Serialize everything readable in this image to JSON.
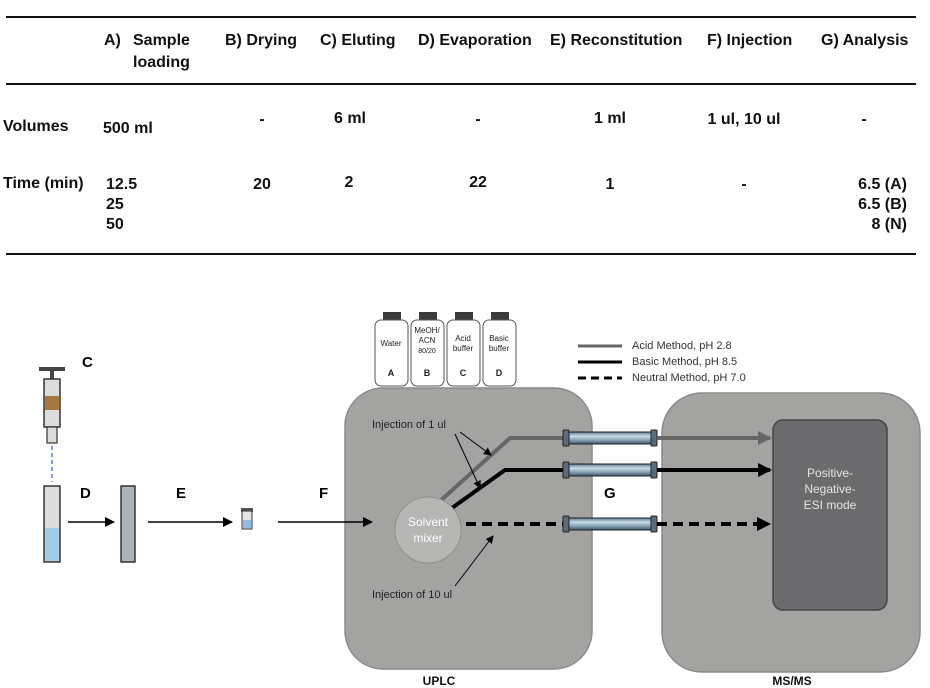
{
  "table": {
    "headers": [
      {
        "letter": "A)",
        "label": "Sample loading"
      },
      {
        "label": "B) Drying"
      },
      {
        "label": "C) Eluting"
      },
      {
        "label": "D) Evaporation"
      },
      {
        "label": "E) Reconstitution"
      },
      {
        "label": "F) Injection"
      },
      {
        "label": "G) Analysis"
      }
    ],
    "rows": [
      {
        "label": "Volumes",
        "cells": [
          "500 ml",
          "-",
          "6 ml",
          "-",
          "1 ml",
          "1 ul, 10 ul",
          "-"
        ]
      },
      {
        "label": "Time (min)",
        "cells": [
          [
            "12.5",
            "25",
            "50"
          ],
          "20",
          "2",
          "22",
          "1",
          "-",
          [
            "6.5 (A)",
            "6.5 (B)",
            "8 (N)"
          ]
        ]
      }
    ]
  },
  "diagram": {
    "step_labels": {
      "c": "C",
      "d": "D",
      "e": "E",
      "f": "F",
      "g": "G"
    },
    "bottles": [
      {
        "name": [
          "Water"
        ],
        "letter": "A"
      },
      {
        "name": [
          "MeOH/",
          "ACN",
          "80/20"
        ],
        "letter": "B"
      },
      {
        "name": [
          "Acid",
          "buffer"
        ],
        "letter": "C"
      },
      {
        "name": [
          "Basic",
          "buffer"
        ],
        "letter": "D"
      }
    ],
    "legend": [
      {
        "label": "Acid Method, pH 2.8",
        "color": "#666666",
        "style": "solid"
      },
      {
        "label": "Basic Method, pH 8.5",
        "color": "#000000",
        "style": "solid"
      },
      {
        "label": "Neutral Method, pH 7.0",
        "color": "#000000",
        "style": "dashed"
      }
    ],
    "injection_1": "Injection of 1 ul",
    "injection_10": "Injection of 10 ul",
    "mixer_lines": [
      "Solvent",
      "mixer"
    ],
    "esi_lines": [
      "Positive-",
      "Negative-",
      "ESI mode"
    ],
    "uplc_label": "UPLC",
    "msms_label": "MS/MS",
    "colors": {
      "panel": "#a3a3a1",
      "panel_border": "#8a8a88",
      "mixer": "#b6b6b4",
      "esi_box": "#6b6b6d",
      "liquid": "#9fcbe6",
      "sorbent": "#a5773f"
    }
  }
}
